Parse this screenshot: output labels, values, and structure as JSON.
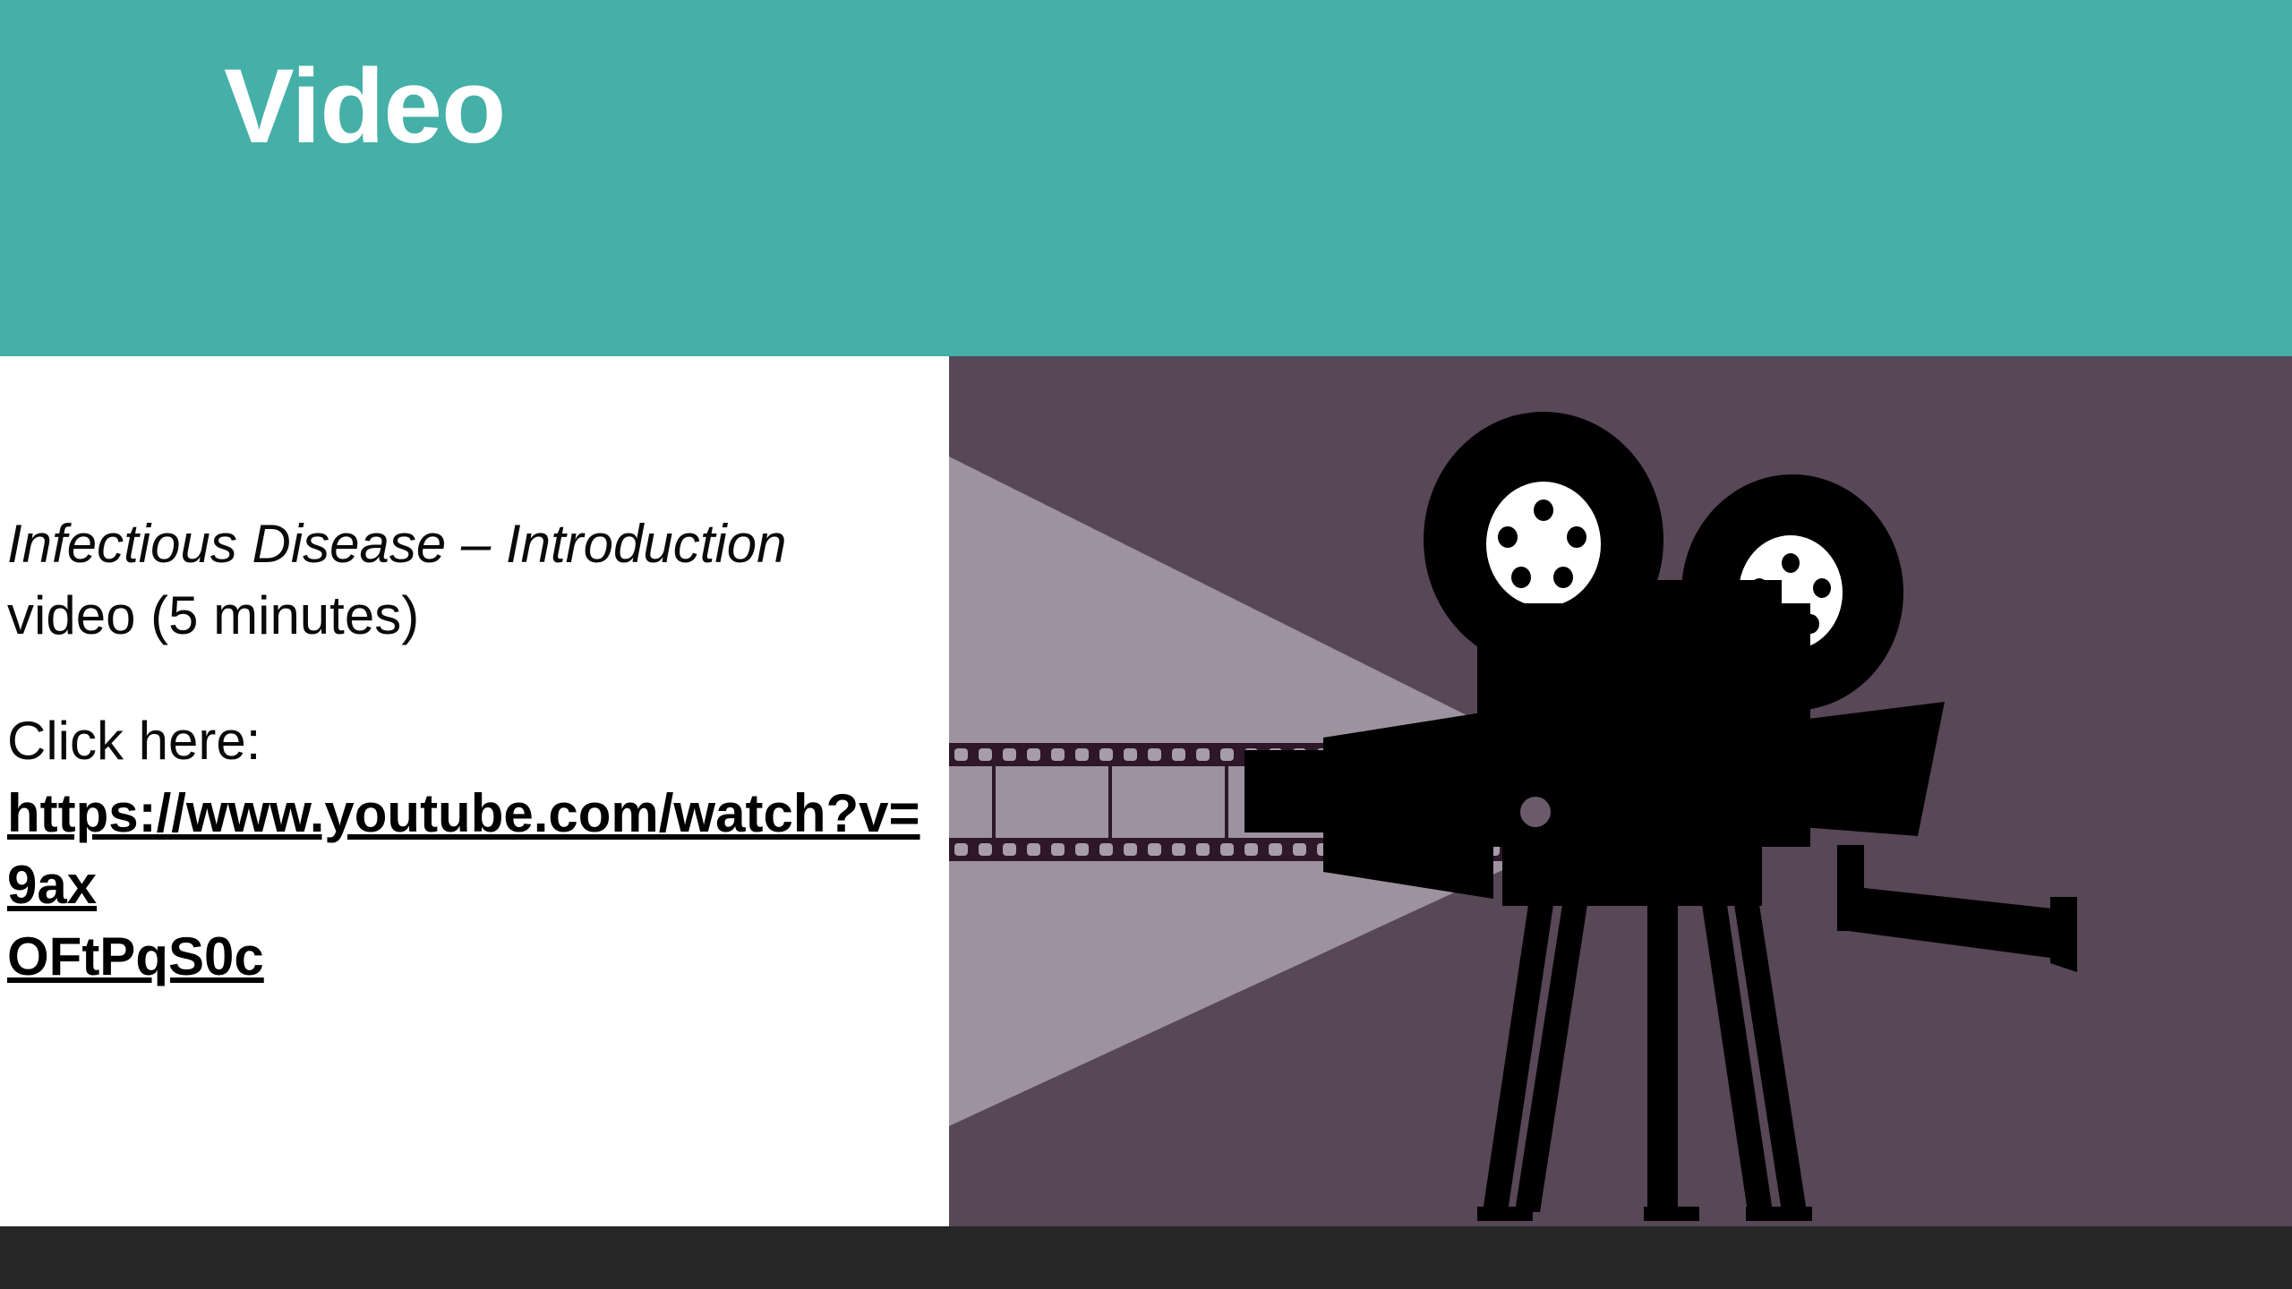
{
  "slide": {
    "title": "Video",
    "colors": {
      "header_teal": "#44B0A7",
      "panel_white": "#FFFFFF",
      "illustration_purple": "#574757",
      "beam_light": "#9D93A0",
      "film_dark": "#2D1728",
      "projector_black": "#000000",
      "footer_dark": "#262626",
      "text_black": "#0A0A0A"
    }
  },
  "body": {
    "line_italic": "Infectious Disease – Introduction",
    "line_plain": "video (5 minutes)",
    "cta": " Click here:",
    "link_line_1": "https://www.youtube.com/watch?v=9ax",
    "link_line_2": "OFtPqS0c",
    "link_full": "https://www.youtube.com/watch?v=9axOFtPqS0c"
  },
  "illustration": {
    "name": "film-projector-illustration",
    "elements": [
      "light-beam",
      "film-strip",
      "front-reel",
      "rear-reel",
      "camera-body",
      "lens",
      "tripod",
      "crank-handle"
    ]
  }
}
